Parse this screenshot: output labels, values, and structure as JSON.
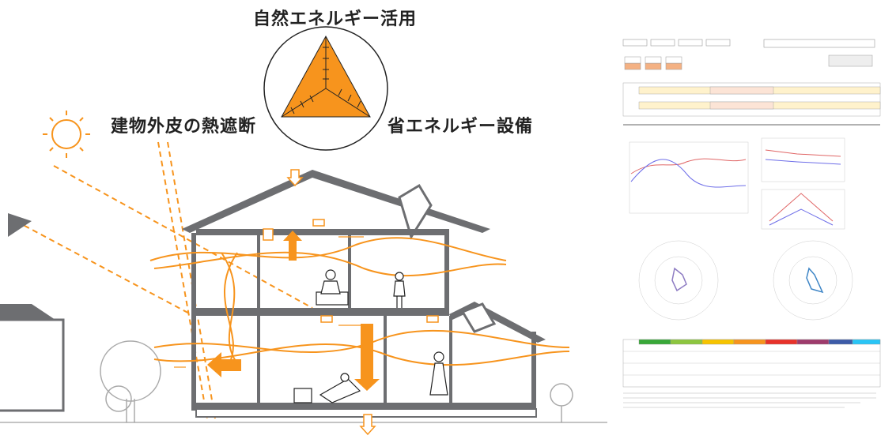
{
  "labels": {
    "natural_energy": "自然エネルギー活用",
    "envelope_insulation": "建物外皮の熱遮断",
    "energy_saving_equipment": "省エネルギー設備"
  },
  "colors": {
    "accent": "#F7941D",
    "house_gray": "#6D6E71",
    "outline": "#222222"
  },
  "icons": [
    "sun-icon",
    "radar-triangle-icon",
    "house-section-icon",
    "report-sheet-icon"
  ],
  "triangle_levels": {
    "top": 1.0,
    "bottom_left": 1.0,
    "bottom_right": 1.0
  }
}
